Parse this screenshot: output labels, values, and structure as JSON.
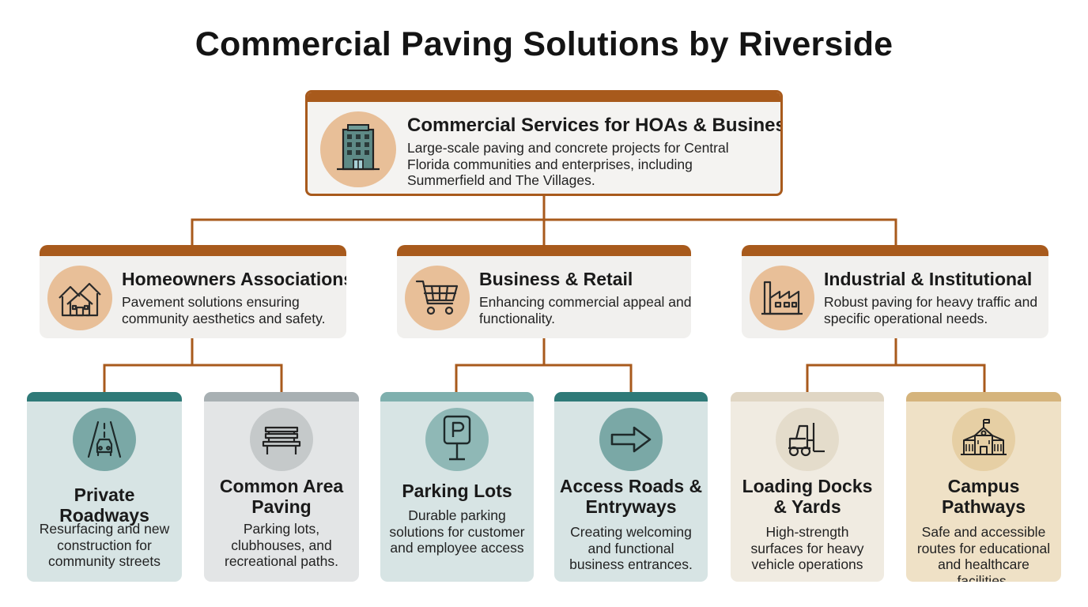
{
  "title": "Commercial Paving Solutions by Riverside",
  "root": {
    "icon": "office-building-icon",
    "heading": "Commercial Services for HOAs & Businesses",
    "description": "Large-scale paving and concrete projects for Central Florida communities and enterprises, including Summerfield and The Villages."
  },
  "categories": [
    {
      "icon": "houses-icon",
      "heading": "Homeowners Associations",
      "description": "Pavement solutions ensuring community aesthetics and safety.",
      "services": [
        {
          "icon": "road-car-icon",
          "heading": "Private Roadways",
          "description": "Resurfacing and new construction for community streets"
        },
        {
          "icon": "bench-icon",
          "heading": "Common Area Paving",
          "description": "Parking lots, clubhouses, and recreational paths."
        }
      ]
    },
    {
      "icon": "shopping-cart-icon",
      "heading": "Business & Retail",
      "description": "Enhancing commercial appeal and functionality.",
      "services": [
        {
          "icon": "parking-sign-icon",
          "heading": "Parking Lots",
          "description": "Durable parking solutions for customer and employee access"
        },
        {
          "icon": "arrow-right-icon",
          "heading": "Access Roads & Entryways",
          "description": "Creating welcoming and functional business entrances."
        }
      ]
    },
    {
      "icon": "factory-icon",
      "heading": "Industrial & Institutional",
      "description": "Robust paving for heavy traffic and specific operational needs.",
      "services": [
        {
          "icon": "forklift-icon",
          "heading": "Loading Docks & Yards",
          "description": "High-strength surfaces for heavy vehicle operations"
        },
        {
          "icon": "school-building-icon",
          "heading": "Campus Pathways",
          "description": "Safe and accessible routes for educational and healthcare facilities."
        }
      ]
    }
  ],
  "colors": {
    "accent": "#a85a1c",
    "icon_circle": "#e8bf98",
    "teal_bar": "#2f7a78",
    "teal_light_bar": "#7fb0ae",
    "grey_bar": "#a8b0b3",
    "sand_bar": "#e0d6c4",
    "tan_bar": "#d5b47c"
  }
}
